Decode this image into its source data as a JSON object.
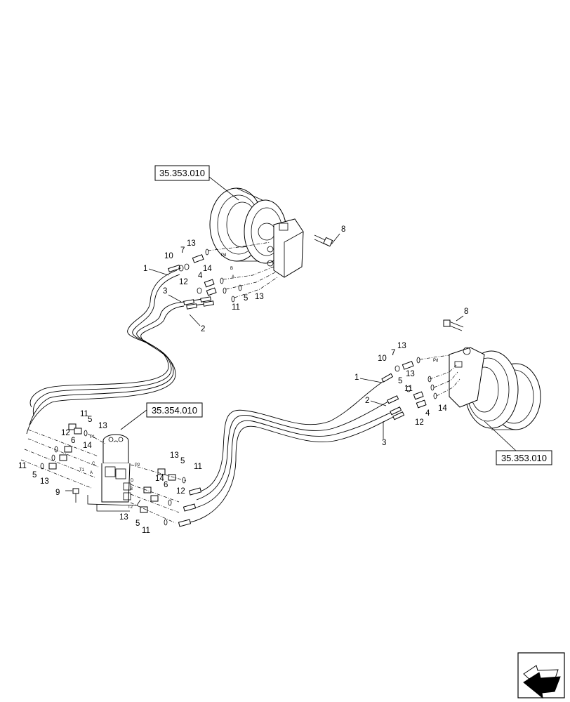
{
  "references": {
    "motor_upper": "35.353.010",
    "motor_lower": "35.353.010",
    "rotary_joint": "35.354.010"
  },
  "callouts": {
    "upper_1": "1",
    "upper_2": "2",
    "upper_3": "3",
    "upper_4": "4",
    "upper_5": "5",
    "upper_7": "7",
    "upper_8": "8",
    "upper_10": "10",
    "upper_11": "11",
    "upper_12": "12",
    "upper_13a": "13",
    "upper_13b": "13",
    "upper_14": "14",
    "lower_1": "1",
    "lower_2": "2",
    "lower_3": "3",
    "lower_4": "4",
    "lower_5": "5",
    "lower_7": "7",
    "lower_8": "8",
    "lower_10": "10",
    "lower_11": "11",
    "lower_12": "12",
    "lower_13a": "13",
    "lower_13b": "13",
    "lower_14": "14",
    "left_11a": "11",
    "left_5a": "5",
    "left_13a": "13",
    "left_12": "12",
    "left_6": "6",
    "left_14": "14",
    "left_11b": "11",
    "left_5b": "5",
    "left_13b": "13",
    "left_9": "9",
    "right_13a": "13",
    "right_5a": "5",
    "right_11a": "11",
    "right_14": "14",
    "right_6": "6",
    "right_12": "12",
    "right_13b": "13",
    "right_5b": "5",
    "right_11b": "11"
  },
  "port_labels": {
    "p1": "P1",
    "p2": "P2",
    "t1": "T1",
    "t2": "T2",
    "a": "A",
    "b": "B",
    "c": "C",
    "d": "D"
  },
  "icons": {
    "nav": "arrow-nav-icon"
  }
}
